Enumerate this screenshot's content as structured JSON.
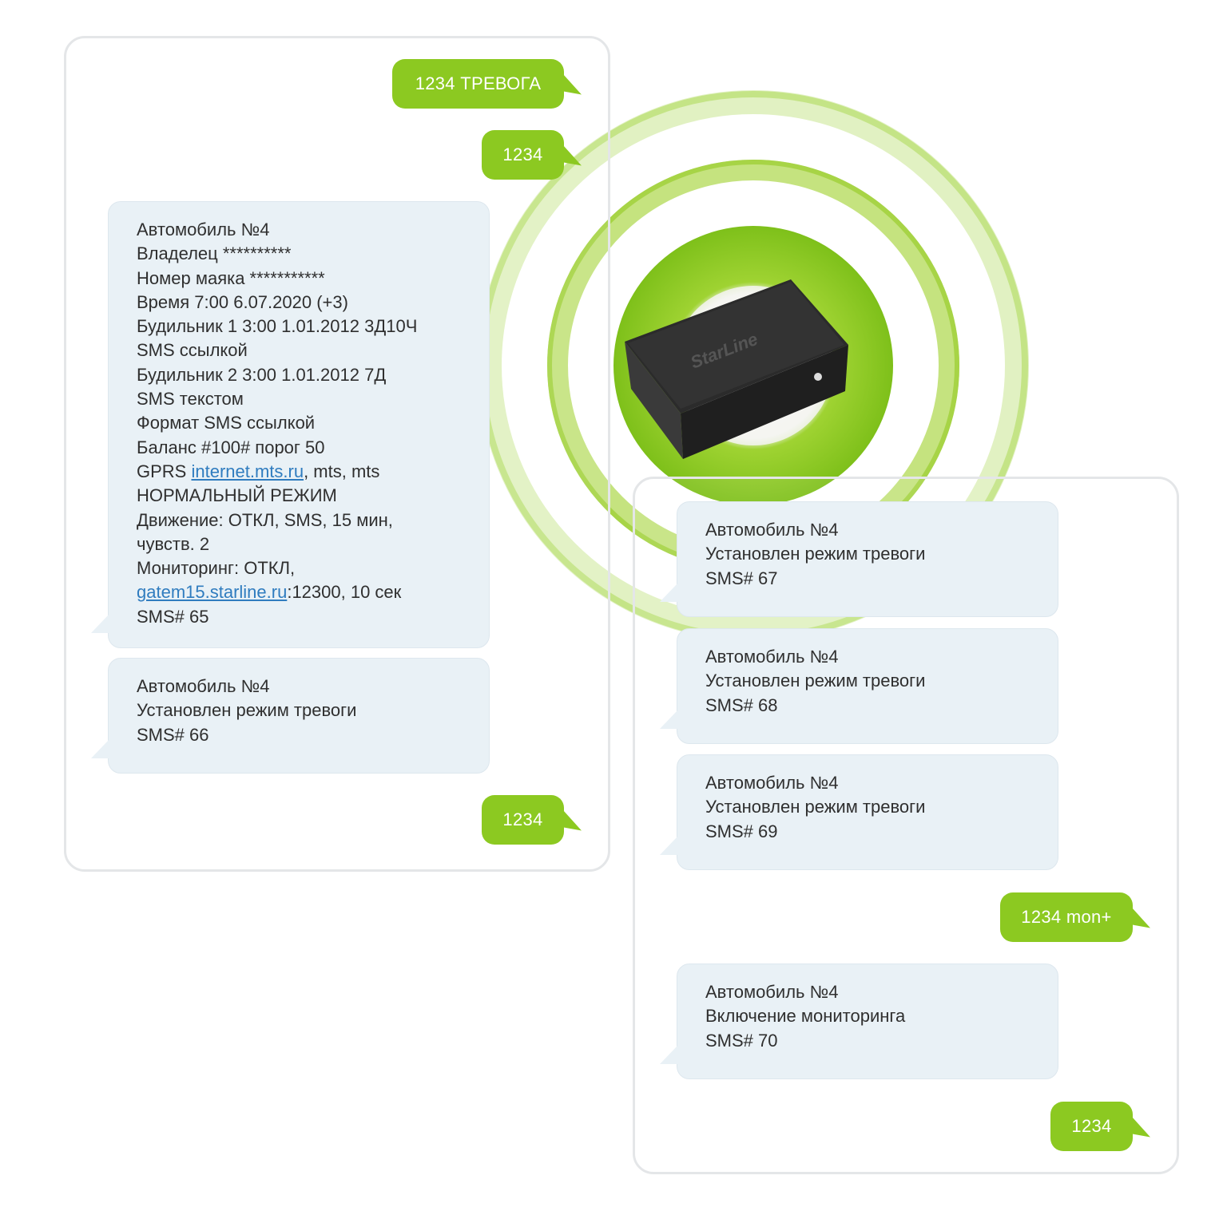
{
  "left_chat": {
    "out_1": "1234 ТРЕВОГА",
    "out_2": "1234",
    "status_message": {
      "lines": [
        "Автомобиль №4",
        "Владелец **********",
        "Номер маяка ***********",
        "Время 7:00 6.07.2020 (+3)",
        "Будильник 1 3:00 1.01.2012 3Д10Ч",
        "SMS ссылкой",
        "Будильник 2 3:00 1.01.2012 7Д",
        "SMS текстом",
        "Формат SMS ссылкой",
        "Баланс #100# порог 50"
      ],
      "gprs_prefix": "GPRS ",
      "gprs_link": "internet.mts.ru",
      "gprs_suffix": ", mts, mts",
      "lines_2": [
        "НОРМАЛЬНЫЙ РЕЖИМ",
        "Движение: ОТКЛ, SMS, 15 мин,",
        "чувств. 2",
        "Мониторинг: ОТКЛ,"
      ],
      "server_link": "gatem15.starline.ru",
      "server_suffix": ":12300, 10 сек",
      "sms_number": "SMS# 65"
    },
    "in_2": {
      "line1": "Автомобиль №4",
      "line2": "Установлен режим тревоги",
      "line3": "SMS# 66"
    },
    "out_3": "1234"
  },
  "right_chat": {
    "in_1": {
      "line1": "Автомобиль №4",
      "line2": "Установлен режим тревоги",
      "line3": "SMS# 67"
    },
    "in_2": {
      "line1": "Автомобиль №4",
      "line2": "Установлен режим тревоги",
      "line3": "SMS# 68"
    },
    "in_3": {
      "line1": "Автомобиль №4",
      "line2": "Установлен режим тревоги",
      "line3": "SMS# 69"
    },
    "out_1": "1234 mon+",
    "in_4": {
      "line1": "Автомобиль №4",
      "line2": "Включение мониторинга",
      "line3": "SMS# 70"
    },
    "out_2": "1234"
  },
  "device": {
    "brand": "StarLine",
    "icon": "gps-tracker-device"
  },
  "colors": {
    "accent_green": "#8cc921",
    "bubble_in": "#e9f1f6",
    "link": "#2f7cbf",
    "panel_border": "#e4e6e8"
  }
}
